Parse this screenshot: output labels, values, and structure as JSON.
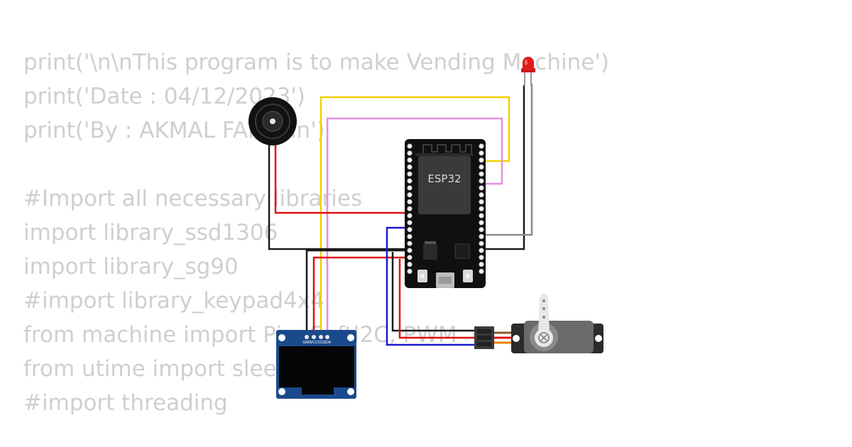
{
  "code_lines": [
    "print('\\n\\nThis program is to make Vending Machine')",
    "print('Date : 04/12/2023')",
    "print('By : AKMAL FAIZ bin')",
    "",
    "#Import all necessary libraries",
    "import library_ssd1306",
    "import library_sg90",
    "#import library_keypad4x4",
    "from machine import Pin, SoftI2C, PWM",
    "from utime import sleep",
    "#import threading"
  ],
  "components": {
    "esp32": {
      "label": "ESP32"
    },
    "oled": {
      "pins": [
        "GND",
        "VCC",
        "SCL",
        "SDA"
      ]
    },
    "buzzer": {},
    "led": {
      "color": "#e21b1b"
    },
    "servo": {}
  },
  "colors": {
    "wire_red": "#e01010",
    "wire_black": "#1a1a1a",
    "wire_yellow": "#f2d000",
    "wire_pink": "#e58ee0",
    "wire_blue": "#1a1ad0",
    "wire_gray": "#8a8a8a",
    "code_text": "#cfcfcf"
  }
}
